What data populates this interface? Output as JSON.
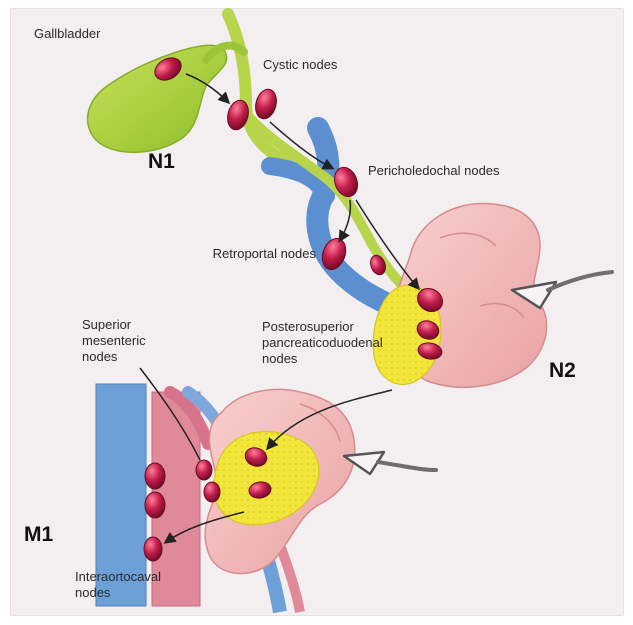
{
  "labels": {
    "gallbladder": "Gallbladder",
    "cystic_nodes": "Cystic nodes",
    "pericholedochal_nodes": "Pericholedochal nodes",
    "retroportal_nodes": "Retroportal nodes",
    "posterosuperior_nodes": "Posterosuperior pancreaticoduodenal nodes",
    "superior_mesenteric_nodes": "Superior mesenteric nodes",
    "interaortocaval_nodes": "Interaortocaval nodes"
  },
  "stages": {
    "n1": "N1",
    "n2": "N2",
    "m1": "M1"
  },
  "colors": {
    "gallbladder": "#a9cf3d",
    "node": "#c21d4a",
    "portal_vein": "#5b8fcf",
    "artery": "#d96a7e",
    "pancreas": "#f2e63c",
    "duodenum": "#f4b8b8",
    "bile_duct": "#b8d44a"
  }
}
